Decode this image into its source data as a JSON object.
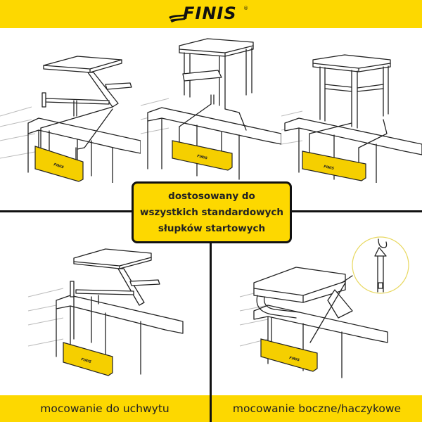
{
  "header": {
    "brand": "FINIS",
    "brand_mark": "®",
    "background_color": "#fdd800"
  },
  "callout": {
    "lines": [
      "dostosowany do",
      "wszystkich standardowych",
      "słupków startowych"
    ],
    "background_color": "#fdd800",
    "border_color": "#111111"
  },
  "panels": [
    {
      "id": "top-left",
      "description": "starting block with angled post, wedge attached via straps"
    },
    {
      "id": "top-center",
      "description": "starting block with handle bars, wedge attached via straps"
    },
    {
      "id": "top-right",
      "description": "four-leg starting block, wedge attached via straps"
    },
    {
      "id": "bottom-left",
      "description": "handle mount",
      "label": "mocowanie do uchwytu"
    },
    {
      "id": "bottom-right",
      "description": "side/hook mount with hook detail inset",
      "label": "mocowanie boczne/haczykowe"
    }
  ],
  "footer": {
    "left_label": "mocowanie do uchwytu",
    "right_label": "mocowanie boczne/haczykowe",
    "background_color": "#fdd800"
  },
  "colors": {
    "accent": "#fdd800",
    "wedge": "#f5cf00",
    "line": "#111111"
  }
}
